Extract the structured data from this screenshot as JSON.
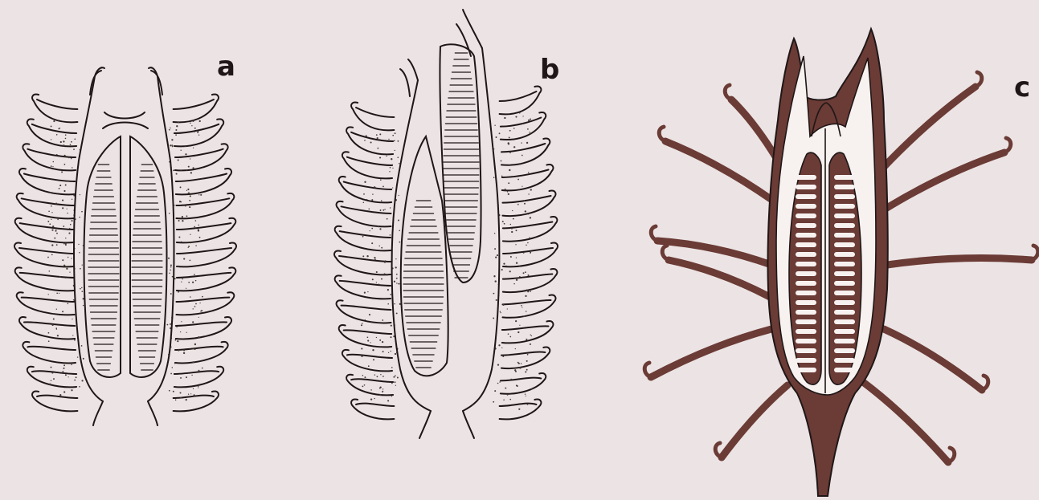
{
  "figure": {
    "panels": [
      {
        "id": "a",
        "label": "a",
        "style": "line-drawing"
      },
      {
        "id": "b",
        "label": "b",
        "style": "line-drawing"
      },
      {
        "id": "c",
        "label": "c",
        "style": "silhouette"
      }
    ]
  },
  "colors": {
    "background": "#ece4e4",
    "ink": "#1f1717",
    "fill_dark": "#6b3b36",
    "fill_light": "#f7f1f0",
    "stipple": "#4a3a3a"
  }
}
